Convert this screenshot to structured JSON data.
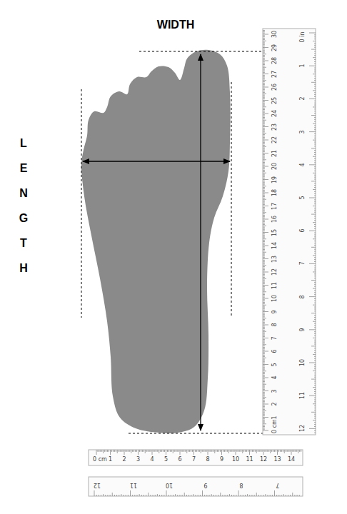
{
  "diagram": {
    "labels": [
      "WIDTH",
      "LENGTH",
      "0 cm",
      "1",
      "2",
      "3",
      "4",
      "5",
      "6",
      "7",
      "8",
      "9",
      "10",
      "11",
      "12",
      "13",
      "14",
      "15",
      "16",
      "17",
      "18",
      "19",
      "20",
      "21",
      "22",
      "23",
      "24",
      "25",
      "26",
      "27",
      "28",
      "29",
      "30",
      "0 in",
      "1",
      "2",
      "3",
      "4",
      "5",
      "6",
      "7",
      "8",
      "9",
      "10",
      "11",
      "12",
      "0 cm",
      "1",
      "2",
      "3",
      "4",
      "5",
      "6",
      "7",
      "8",
      "9",
      "10",
      "11",
      "12",
      "13",
      "14",
      "12",
      "11",
      "10",
      "9",
      "8",
      "7"
    ]
  }
}
